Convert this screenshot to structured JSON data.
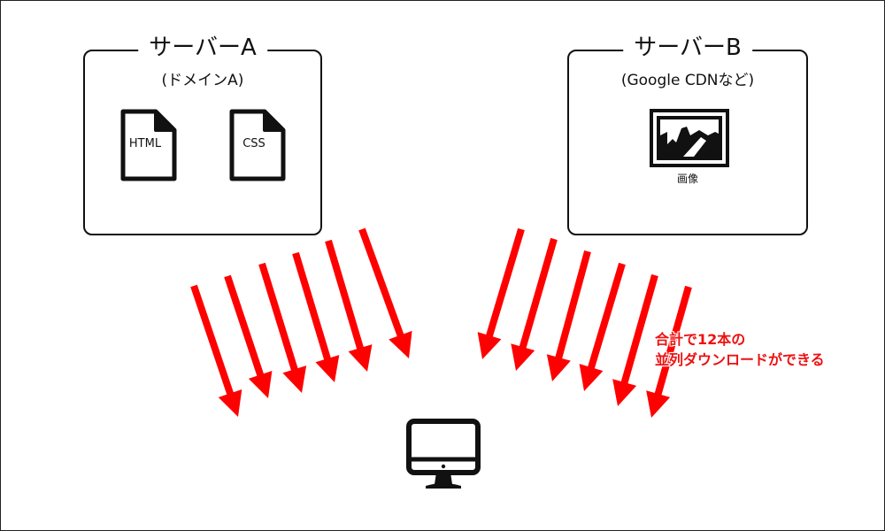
{
  "server_a": {
    "title": "サーバーA",
    "subtitle": "(ドメインA)",
    "files": [
      {
        "label": "HTML"
      },
      {
        "label": "CSS"
      }
    ]
  },
  "server_b": {
    "title": "サーバーB",
    "subtitle": "(Google CDNなど)",
    "image_label": "画像"
  },
  "note": {
    "line1": "合計で12本の",
    "line2": "並列ダウンロードができる"
  },
  "arrows": {
    "count": 12,
    "color": "#ff0000"
  },
  "icons": {
    "file": "file-icon",
    "image": "image-icon",
    "computer": "desktop-computer-icon"
  }
}
